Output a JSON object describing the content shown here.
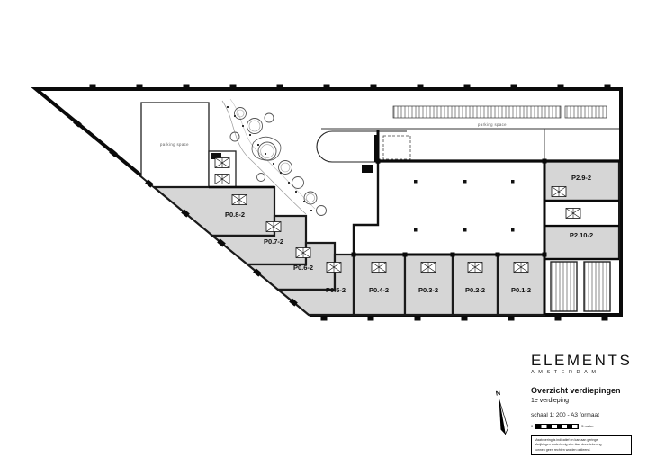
{
  "plan": {
    "units": [
      {
        "label": "P0.8-2"
      },
      {
        "label": "P0.7-2"
      },
      {
        "label": "P0.6-2"
      },
      {
        "label": "P0.5-2"
      },
      {
        "label": "P0.4-2"
      },
      {
        "label": "P0.3-2"
      },
      {
        "label": "P0.2-2"
      },
      {
        "label": "P0.1-2"
      },
      {
        "label": "P2.9-2"
      },
      {
        "label": "P2.10-2"
      }
    ],
    "annotations": {
      "parking_left": "parking space",
      "parking_top": "parking space"
    }
  },
  "titleblock": {
    "brand": "ELEMENTS",
    "brand_sub": "AMSTERDAM",
    "doc_title": "Overzicht verdiepingen",
    "doc_subtitle": "1e verdieping",
    "scale_note": "schaal 1: 200 - A3 formaat",
    "north_label": "N",
    "scalebar_start": "0",
    "scalebar_label": "5 meter",
    "disclaimer_line1": "Maatvoering is indicatief en kan aan geringe",
    "disclaimer_line2": "afwijkingen onderhevig zijn. Aan deze tekening",
    "disclaimer_line3": "kunnen geen rechten worden ontleend."
  }
}
